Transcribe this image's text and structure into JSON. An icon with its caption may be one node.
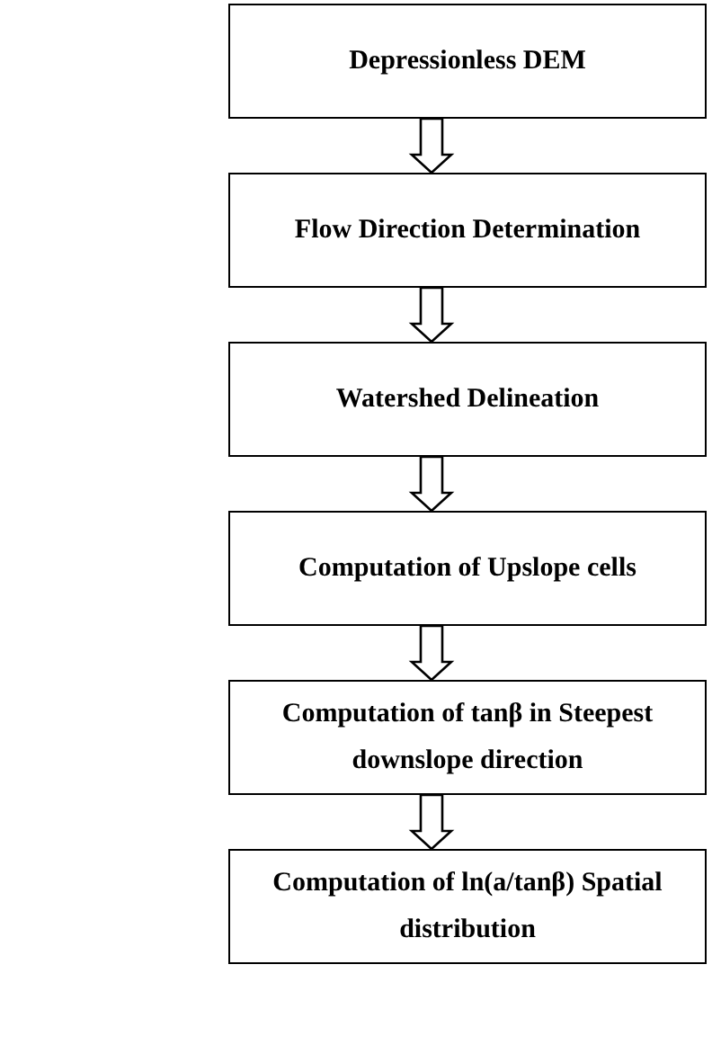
{
  "diagram": {
    "nodes": [
      {
        "text": [
          "Depressionless DEM"
        ]
      },
      {
        "text": [
          "Flow Direction Determination"
        ]
      },
      {
        "text": [
          "Watershed Delineation"
        ]
      },
      {
        "text": [
          "Computation of Upslope cells"
        ]
      },
      {
        "text": [
          "Computation of tanβ in Steepest downslope direction"
        ]
      },
      {
        "text": [
          "Computation of ln(a/tanβ) Spatial distribution"
        ]
      }
    ],
    "edges": [
      {
        "from": 0,
        "to": 1,
        "arrow": "to"
      },
      {
        "from": 1,
        "to": 2,
        "arrow": "to"
      },
      {
        "from": 2,
        "to": 3,
        "arrow": "to"
      },
      {
        "from": 3,
        "to": 4,
        "arrow": "to"
      },
      {
        "from": 4,
        "to": 5,
        "arrow": "to"
      }
    ]
  }
}
